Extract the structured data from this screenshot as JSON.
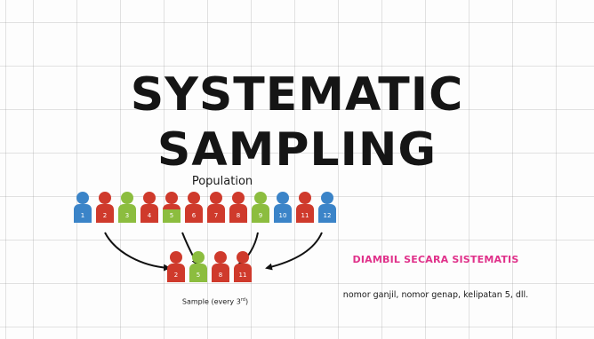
{
  "title": "SYSTEMATIC SAMPLING",
  "population_label": "Population",
  "colors": {
    "blue": "#3b84c8",
    "red": "#cf3a2c",
    "green": "#8cbd3f",
    "pink": "#e0318a"
  },
  "population": [
    {
      "number": "1",
      "head": "blue",
      "box": "blue"
    },
    {
      "number": "2",
      "head": "red",
      "box": "red"
    },
    {
      "number": "3",
      "head": "green",
      "box": "green"
    },
    {
      "number": "4",
      "head": "red",
      "box": "red"
    },
    {
      "number": "5",
      "head": "red",
      "box": "green"
    },
    {
      "number": "6",
      "head": "red",
      "box": "red"
    },
    {
      "number": "7",
      "head": "red",
      "box": "red"
    },
    {
      "number": "8",
      "head": "red",
      "box": "red"
    },
    {
      "number": "9",
      "head": "green",
      "box": "green"
    },
    {
      "number": "10",
      "head": "blue",
      "box": "blue"
    },
    {
      "number": "11",
      "head": "red",
      "box": "red"
    },
    {
      "number": "12",
      "head": "blue",
      "box": "blue"
    }
  ],
  "sample": [
    {
      "number": "2",
      "head": "red",
      "box": "red"
    },
    {
      "number": "5",
      "head": "green",
      "box": "green"
    },
    {
      "number": "8",
      "head": "red",
      "box": "red"
    },
    {
      "number": "11",
      "head": "red",
      "box": "red"
    }
  ],
  "sample_label": "Sample (every 3",
  "sample_label_sup": "rd",
  "sample_label_end": ")",
  "subtitle": "DIAMBIL SECARA SISTEMATIS",
  "note": "nomor ganjil, nomor genap, kelipatan 5, dll."
}
